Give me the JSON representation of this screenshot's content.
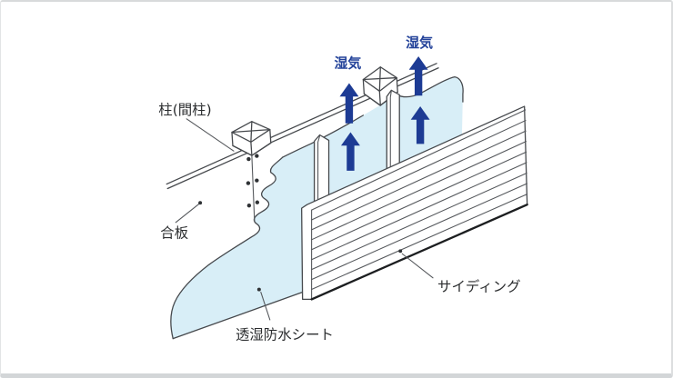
{
  "figure": {
    "labels": {
      "pillar": "柱(間柱)",
      "plywood": "合板",
      "sheet": "透湿防水シート",
      "siding": "サイディング",
      "moisture_left": "湿気",
      "moisture_right": "湿気"
    },
    "colors": {
      "sheet_fill": "#d8eef7",
      "arrow": "#1d3b94",
      "moisture_text": "#24439a",
      "label_text": "#2b2d2f"
    }
  }
}
